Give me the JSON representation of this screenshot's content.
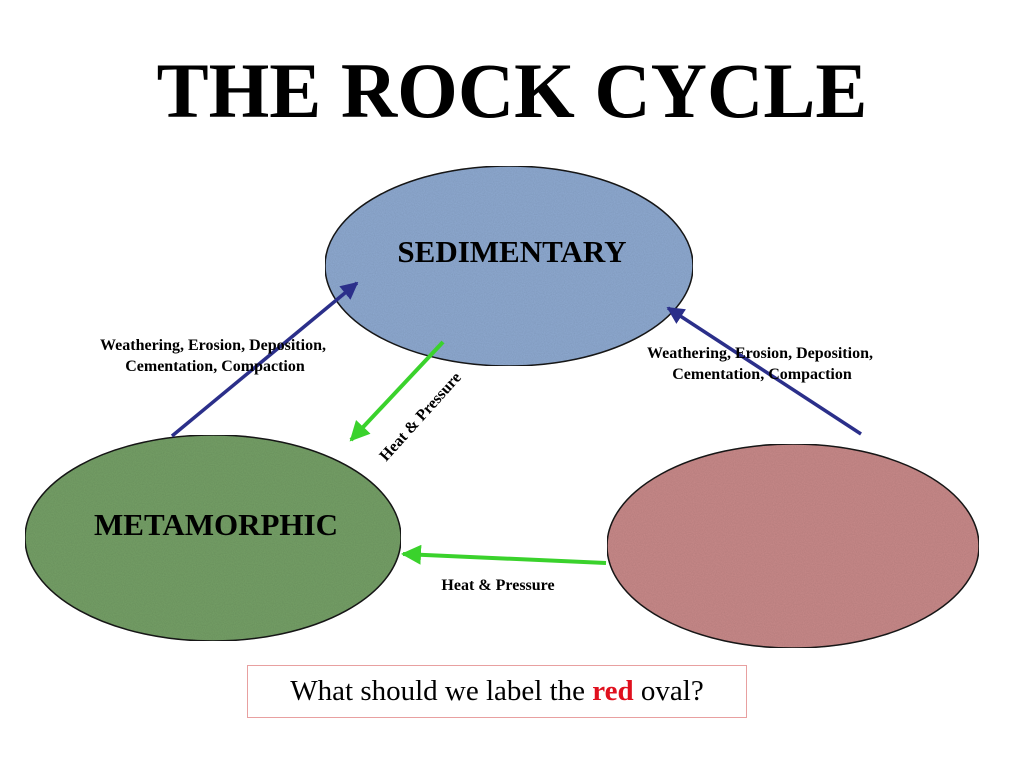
{
  "title": "THE ROCK CYCLE",
  "ovals": {
    "sedimentary": {
      "label": "SEDIMENTARY",
      "color": "#8faad1"
    },
    "metamorphic": {
      "label": "METAMORPHIC",
      "color": "#76a068"
    },
    "red": {
      "label": "",
      "color": "#c98a8a"
    }
  },
  "processes": {
    "weathering_left": {
      "line1": "Weathering, Erosion, Deposition,",
      "line2": "Cementation, Compaction"
    },
    "weathering_right": {
      "line1": "Weathering, Erosion, Deposition,",
      "line2": "Cementation, Compaction"
    },
    "heat_diagonal": "Heat & Pressure",
    "heat_bottom": "Heat & Pressure"
  },
  "question": {
    "before": "What should we label the",
    "highlight": "red",
    "after": "oval?"
  },
  "colors": {
    "blue_arrow": "#2b2f8a",
    "green_arrow": "#3ad22c",
    "highlight_text": "#e0101e"
  },
  "icons": {
    "blue_arrowhead": "arrowhead-icon",
    "green_arrowhead": "arrowhead-icon"
  }
}
